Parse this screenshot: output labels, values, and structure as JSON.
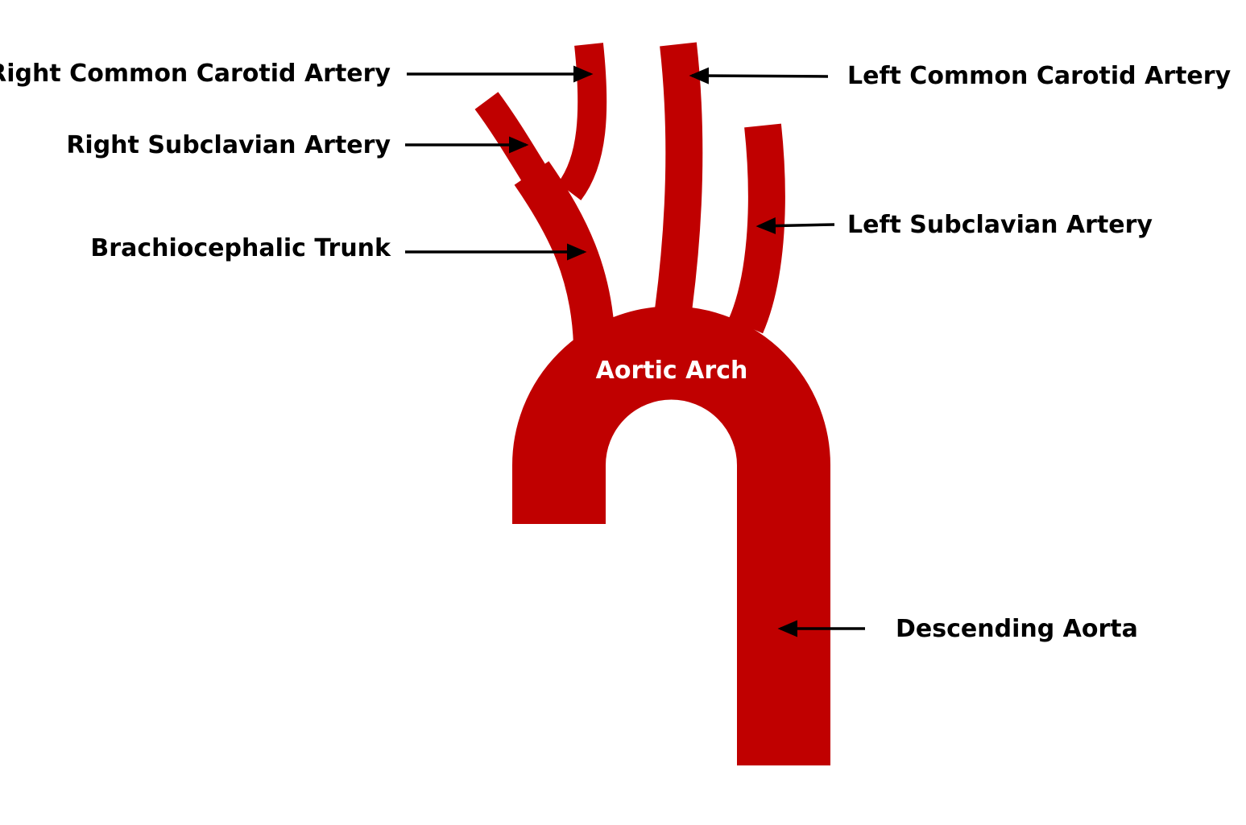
{
  "diagram": {
    "colors": {
      "vessel": "#c00000",
      "label_text": "#000000",
      "inner_label_text": "#ffffff",
      "pointer": "#000000",
      "background": "#ffffff"
    },
    "labels": {
      "right_common_carotid": "Right Common Carotid Artery",
      "right_subclavian": "Right Subclavian Artery",
      "brachiocephalic_trunk": "Brachiocephalic Trunk",
      "left_common_carotid": "Left Common Carotid Artery",
      "left_subclavian": "Left Subclavian Artery",
      "aortic_arch": "Aortic Arch",
      "descending_aorta": "Descending Aorta"
    }
  }
}
